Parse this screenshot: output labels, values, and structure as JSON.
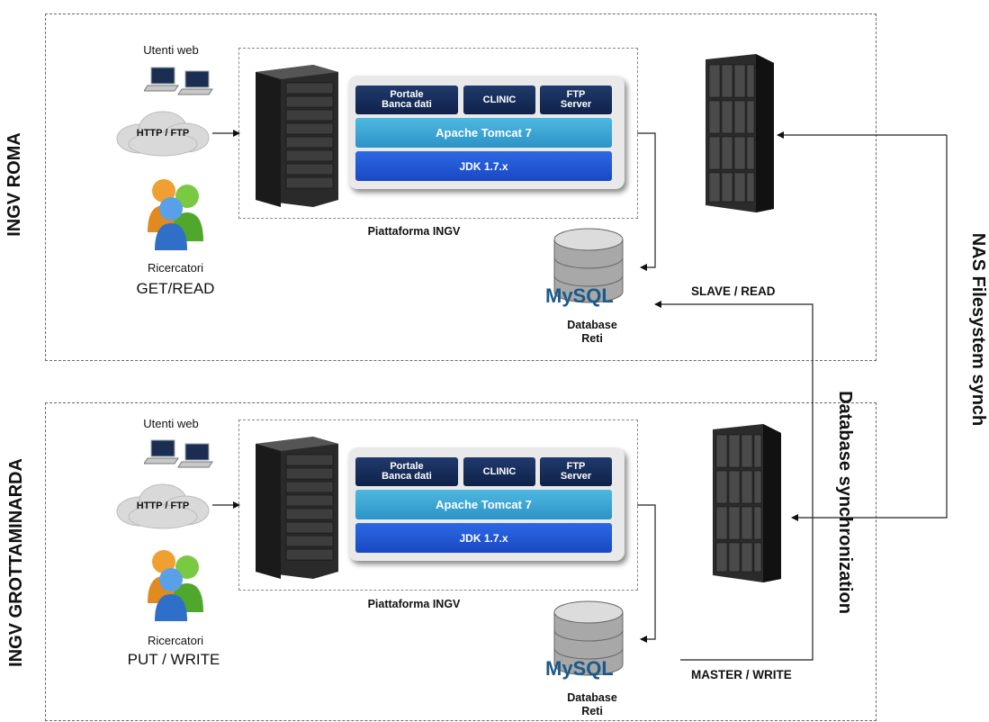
{
  "sites": [
    {
      "name": "INGV ROMA",
      "users_label": "Utenti web",
      "cloud_label": "HTTP / FTP",
      "researchers_label": "Ricercatori",
      "access_mode": "GET/READ",
      "modules": {
        "portal": "Portale\nBanca dati",
        "clinic": "CLINIC",
        "ftp": "FTP\nServer",
        "tomcat": "Apache Tomcat 7",
        "jdk": "JDK 1.7.x"
      },
      "platform_label": "Piattaforma INGV",
      "database_label": "Database\nReti",
      "db_logo": "MySQL"
    },
    {
      "name": "INGV GROTTAMINARDA",
      "users_label": "Utenti web",
      "cloud_label": "HTTP / FTP",
      "researchers_label": "Ricercatori",
      "access_mode": "PUT / WRITE",
      "modules": {
        "portal": "Portale\nBanca dati",
        "clinic": "CLINIC",
        "ftp": "FTP\nServer",
        "tomcat": "Apache Tomcat 7",
        "jdk": "JDK 1.7.x"
      },
      "platform_label": "Piattaforma INGV",
      "database_label": "Database\nReti",
      "db_logo": "MySQL"
    }
  ],
  "sync": {
    "slave_label": "SLAVE / READ",
    "master_label": "MASTER / WRITE",
    "database_sync_label": "Database synchronization",
    "nas_sync_label": "NAS Filesystem synch"
  }
}
